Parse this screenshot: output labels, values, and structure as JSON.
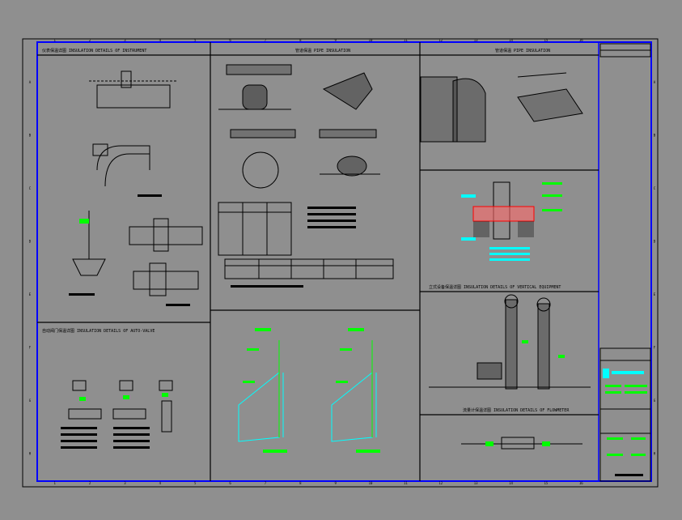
{
  "drawing": {
    "panels": {
      "insulation_details": "仪表保温详图 INSULATION DETAILS OF INSTRUMENT",
      "pipe_insulation_1": "管道保温 PIPE INSULATION",
      "pipe_insulation_2": "管道保温 PIPE INSULATION",
      "auto_valve": "自动阀门保温详图 INSULATION DETAILS OF AUTO-VALVE",
      "vertical_equipment": "立式设备保温详图 INSULATION DETAILS OF VERTICAL EQUIPMENT",
      "flowmeter": "流量计保温详图 INSULATION DETAILS OF FLOWMETER"
    },
    "column_numbers": [
      "1",
      "2",
      "3",
      "4",
      "5",
      "6",
      "7",
      "8",
      "9",
      "10",
      "11",
      "12",
      "13",
      "14",
      "15",
      "16"
    ],
    "row_letters": [
      "A",
      "B",
      "C",
      "D",
      "E",
      "F",
      "G",
      "H"
    ],
    "colors": {
      "background": "#8f8f8f",
      "line": "#000000",
      "border": "#0000ff",
      "accent_green": "#00ff00",
      "accent_cyan": "#00ffff",
      "accent_red": "#ff0000"
    }
  }
}
